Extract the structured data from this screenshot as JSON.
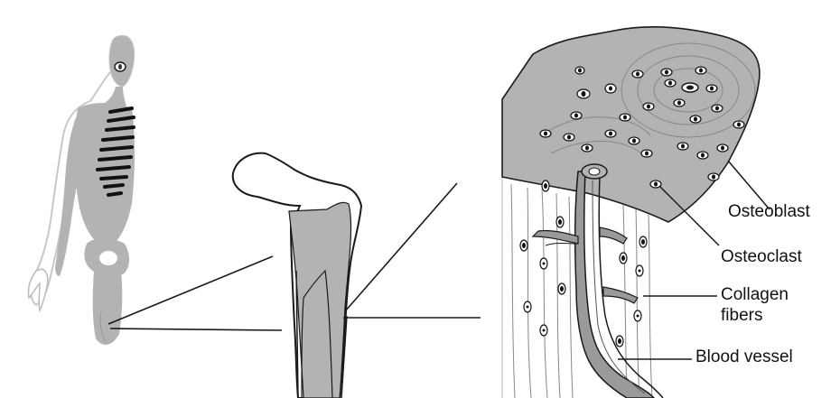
{
  "labels": {
    "osteoblast": "Osteoblast",
    "osteoclast": "Osteoclast",
    "collagen_line1": "Collagen",
    "collagen_line2": "fibers",
    "blood_vessel": "Blood vessel"
  },
  "colors": {
    "tissue_gray": "#b3b3b3",
    "vessel_gray": "#9a9a9a",
    "line": "#1a1a1a",
    "background": "#ffffff"
  }
}
